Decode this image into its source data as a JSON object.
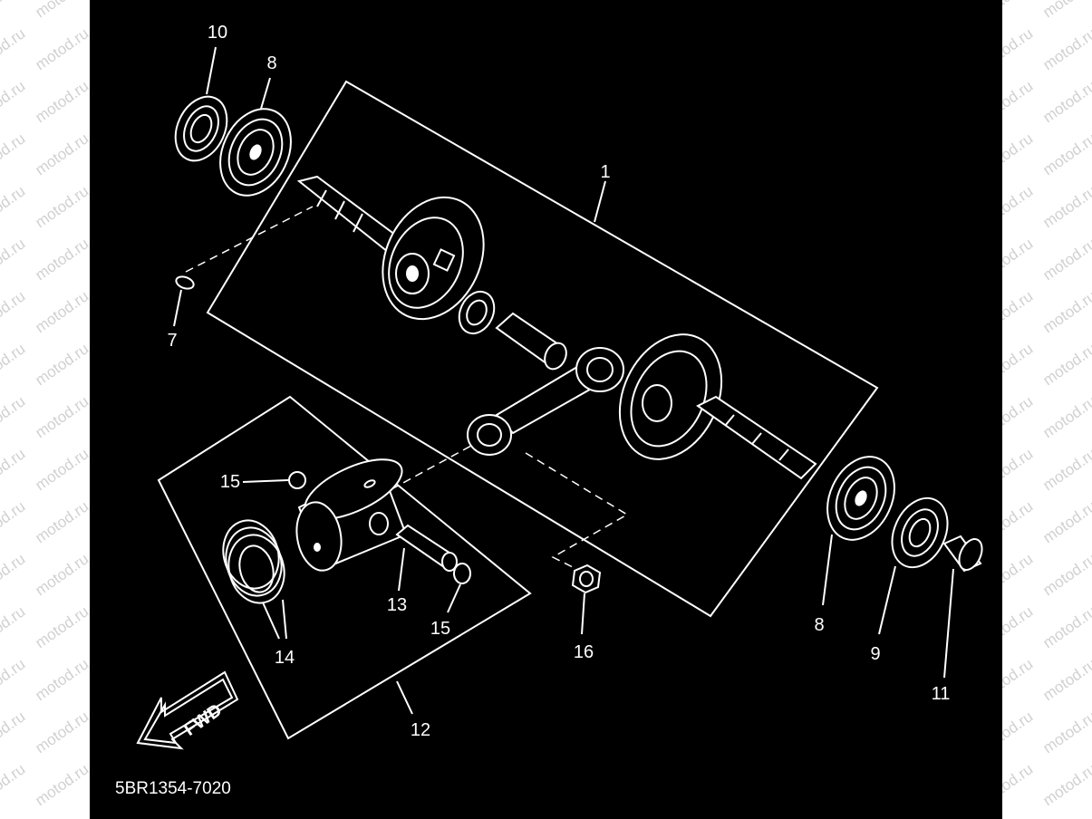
{
  "watermark": {
    "text": "motod.ru"
  },
  "diagram": {
    "part_code": "5BR1354-7020",
    "fwd_label": "FWD",
    "callouts": {
      "c1": "1",
      "c7": "7",
      "c8a": "8",
      "c8b": "8",
      "c9": "9",
      "c10": "10",
      "c11": "11",
      "c12": "12",
      "c13": "13",
      "c14": "14",
      "c15a": "15",
      "c15b": "15",
      "c16": "16"
    }
  },
  "colors": {
    "background": "#000000",
    "margin": "#ffffff",
    "line": "#ffffff",
    "watermark": "#c9c9c9"
  }
}
